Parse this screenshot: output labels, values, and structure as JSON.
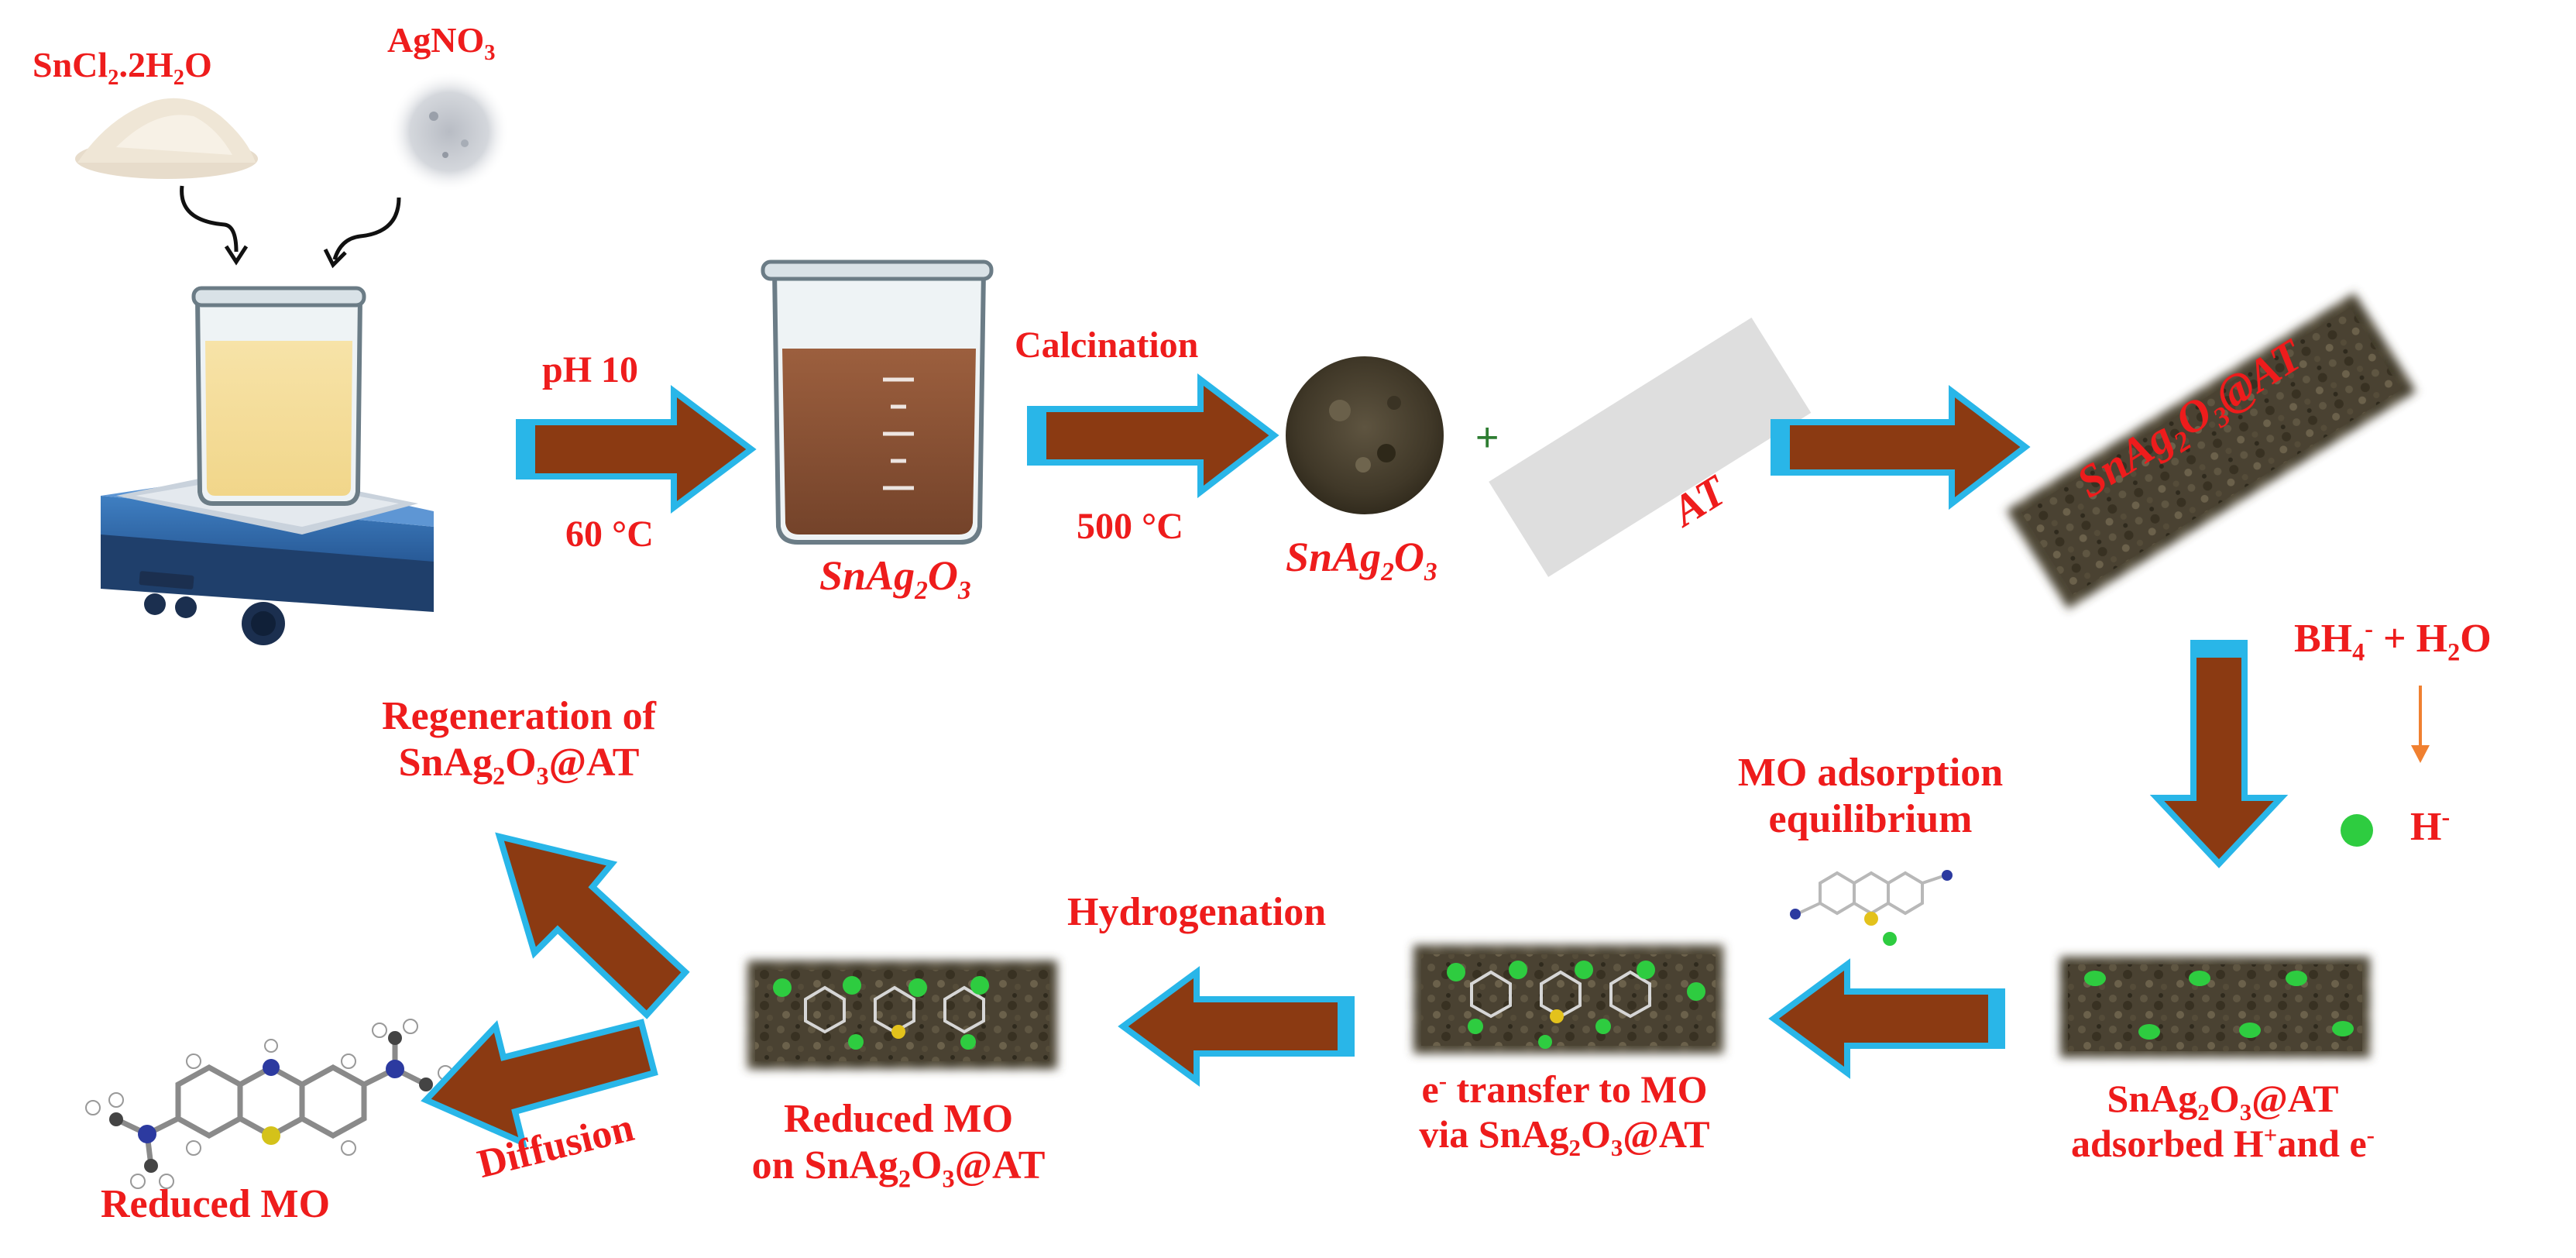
{
  "reagents": {
    "sncl2": "SnCl₂.2H₂O",
    "agno3": "AgNO₃"
  },
  "steps": {
    "ph": "pH 10",
    "temp1": "60 °C",
    "product1": "SnAg₂O₃",
    "calcination": "Calcination",
    "temp2": "500 °C",
    "product2": "SnAg₂O₃",
    "at": "AT",
    "composite": "SnAg₂O₃@AT"
  },
  "mechanism": {
    "reactant": "BH₄⁻ + H₂O",
    "hydride": "H⁻",
    "adsorbed_line1": "SnAg₂O₃@AT",
    "adsorbed_line2": "adsorbed H⁺and e⁻",
    "mo_adsorption_line1": "MO adsorption",
    "mo_adsorption_line2": "equilibrium",
    "transfer_line1": "e⁻ transfer to MO",
    "transfer_line2": "via SnAg₂O₃@AT",
    "hydrogenation": "Hydrogenation",
    "reduced_on_line1": "Reduced MO",
    "reduced_on_line2": "on SnAg₂O₃@AT",
    "regeneration_line1": "Regeneration of",
    "regeneration_line2": "SnAg₂O₃@AT",
    "diffusion": "Diffusion",
    "reduced_mo": "Reduced MO"
  },
  "colors": {
    "label": "#ee1c1c",
    "arrow_fill": "#8b3a12",
    "arrow_outline": "#29b6e8",
    "hydride": "#2ecc40",
    "small_arrow": "#f08030"
  }
}
